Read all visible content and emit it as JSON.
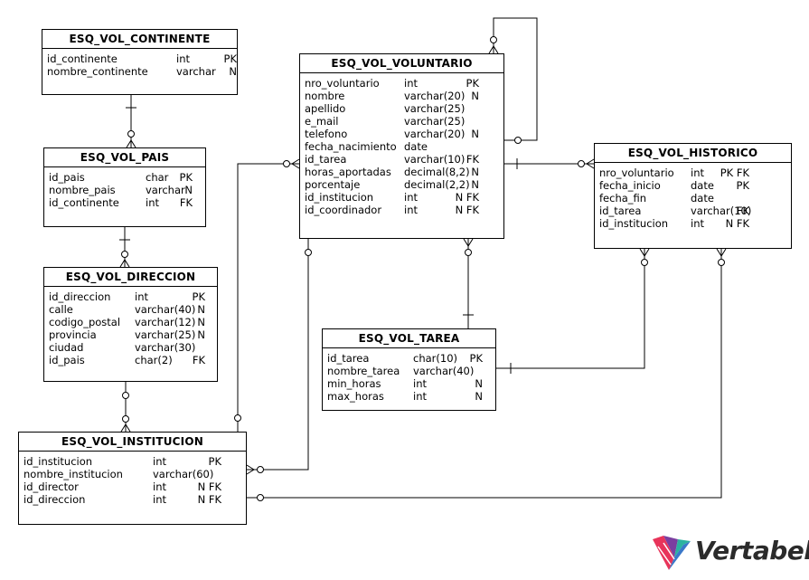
{
  "tables": [
    {
      "id": "continente",
      "title": "ESQ_VOL_CONTINENTE",
      "columns": [
        [
          "id_continente",
          "int",
          "PK"
        ],
        [
          "nombre_continente",
          "varchar",
          "N"
        ]
      ]
    },
    {
      "id": "pais",
      "title": "ESQ_VOL_PAIS",
      "columns": [
        [
          "id_pais",
          "char",
          "PK"
        ],
        [
          "nombre_pais",
          "varchar",
          "N"
        ],
        [
          "id_continente",
          "int",
          "FK"
        ]
      ]
    },
    {
      "id": "direccion",
      "title": "ESQ_VOL_DIRECCION",
      "columns": [
        [
          "id_direccion",
          "int",
          "PK"
        ],
        [
          "calle",
          "varchar(40)",
          "N"
        ],
        [
          "codigo_postal",
          "varchar(12)",
          "N"
        ],
        [
          "provincia",
          "varchar(25)",
          "N"
        ],
        [
          "ciudad",
          "varchar(30)",
          ""
        ],
        [
          "id_pais",
          "char(2)",
          "FK"
        ]
      ]
    },
    {
      "id": "institucion",
      "title": "ESQ_VOL_INSTITUCION",
      "columns": [
        [
          "id_institucion",
          "int",
          "PK"
        ],
        [
          "nombre_institucion",
          "varchar(60)",
          ""
        ],
        [
          "id_director",
          "int",
          "N FK"
        ],
        [
          "id_direccion",
          "int",
          "N FK"
        ]
      ]
    },
    {
      "id": "voluntario",
      "title": "ESQ_VOL_VOLUNTARIO",
      "columns": [
        [
          "nro_voluntario",
          "int",
          "PK"
        ],
        [
          "nombre",
          "varchar(20)",
          "N"
        ],
        [
          "apellido",
          "varchar(25)",
          ""
        ],
        [
          "e_mail",
          "varchar(25)",
          ""
        ],
        [
          "telefono",
          "varchar(20)",
          "N"
        ],
        [
          "fecha_nacimiento",
          "date",
          ""
        ],
        [
          "id_tarea",
          "varchar(10)",
          "FK"
        ],
        [
          "horas_aportadas",
          "decimal(8,2)",
          "N"
        ],
        [
          "porcentaje",
          "decimal(2,2)",
          "N"
        ],
        [
          "id_institucion",
          "int",
          "N FK"
        ],
        [
          "id_coordinador",
          "int",
          "N FK"
        ]
      ]
    },
    {
      "id": "tarea",
      "title": "ESQ_VOL_TAREA",
      "columns": [
        [
          "id_tarea",
          "char(10)",
          "PK"
        ],
        [
          "nombre_tarea",
          "varchar(40)",
          ""
        ],
        [
          "min_horas",
          "int",
          "N"
        ],
        [
          "max_horas",
          "int",
          "N"
        ]
      ]
    },
    {
      "id": "historico",
      "title": "ESQ_VOL_HISTORICO",
      "columns": [
        [
          "nro_voluntario",
          "int",
          "PK FK"
        ],
        [
          "fecha_inicio",
          "date",
          "PK"
        ],
        [
          "fecha_fin",
          "date",
          ""
        ],
        [
          "id_tarea",
          "varchar(10)",
          "FK"
        ],
        [
          "id_institucion",
          "int",
          "N FK"
        ]
      ]
    }
  ],
  "brand": {
    "name": "Vertabelo",
    "colors": [
      "#e8345a",
      "#7b3fa0",
      "#2bb3a0",
      "#3a78c9"
    ]
  },
  "colors": {
    "line": "#000000",
    "text_logo": "#2b2b2b"
  }
}
